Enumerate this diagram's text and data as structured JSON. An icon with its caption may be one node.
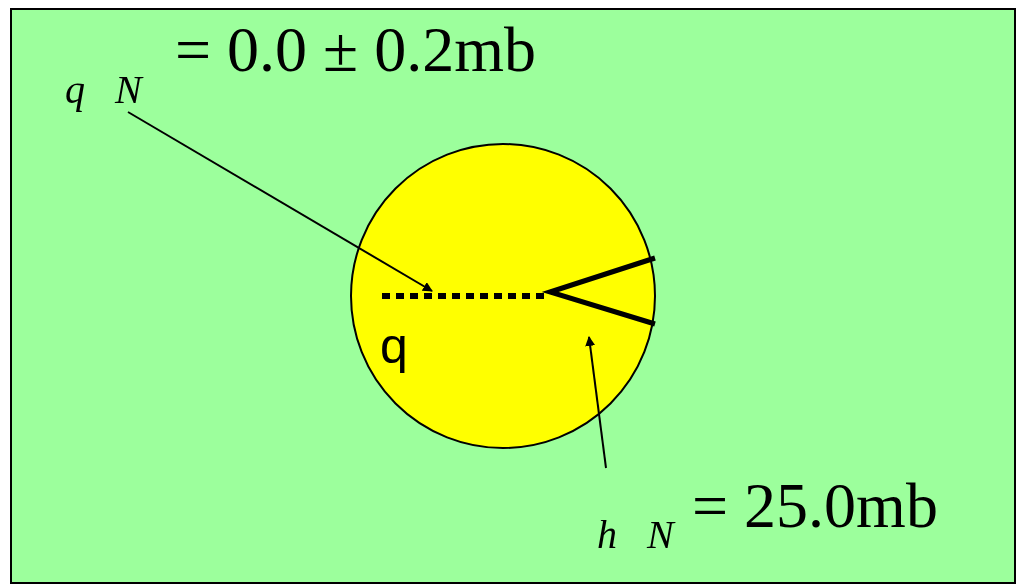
{
  "diagram": {
    "nodes": [
      {
        "text": [
          "q N",
          "= 0.0 ± 0.2mb"
        ]
      },
      {
        "text": [
          "q"
        ]
      },
      {
        "text": [],
        "shape": "line",
        "in": 1
      },
      {
        "text": [
          "h N",
          "= 25.0mb"
        ]
      }
    ],
    "edges": [
      {
        "from": 0,
        "to": 2,
        "arrow": "to"
      },
      {
        "from": 3,
        "to": 1,
        "arrow": "to"
      }
    ]
  }
}
